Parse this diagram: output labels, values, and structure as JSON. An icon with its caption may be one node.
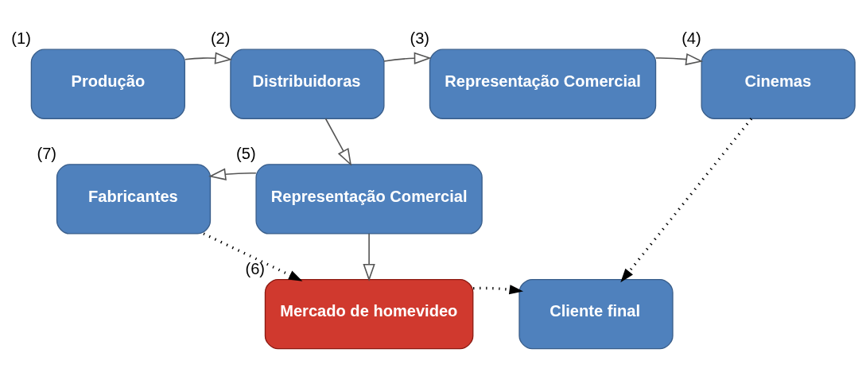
{
  "diagram": {
    "nodes": [
      {
        "text": [
          "Produção"
        ],
        "beside": [
          "(1)"
        ]
      },
      {
        "text": [
          "Distribuidoras"
        ],
        "beside": [
          "(2)"
        ]
      },
      {
        "text": [
          "Representação Comercial"
        ],
        "beside": [
          "(3)"
        ]
      },
      {
        "text": [
          "Cinemas"
        ],
        "beside": [
          "(4)"
        ]
      },
      {
        "text": [
          "Fabricantes"
        ],
        "beside": [
          "(7)"
        ]
      },
      {
        "text": [
          "Representação Comercial"
        ],
        "beside": [
          "(5)"
        ]
      },
      {
        "text": [
          "Mercado de homevideo"
        ],
        "beside": [
          "(6)"
        ]
      },
      {
        "text": [
          "Cliente final"
        ]
      }
    ],
    "edges": [
      {
        "from": 0,
        "to": 1,
        "arrow": "to"
      },
      {
        "from": 1,
        "to": 2,
        "arrow": "to"
      },
      {
        "from": 2,
        "to": 3,
        "arrow": "to"
      },
      {
        "from": 1,
        "to": 5,
        "arrow": "to"
      },
      {
        "from": 5,
        "to": 4,
        "arrow": "to"
      },
      {
        "from": 5,
        "to": 6,
        "arrow": "to"
      },
      {
        "from": 4,
        "to": 6,
        "arrow": "to",
        "style": "dashed"
      },
      {
        "from": 6,
        "to": 7,
        "arrow": "to",
        "style": "dashed"
      },
      {
        "from": 3,
        "to": 7,
        "arrow": "to",
        "style": "dashed"
      }
    ]
  }
}
